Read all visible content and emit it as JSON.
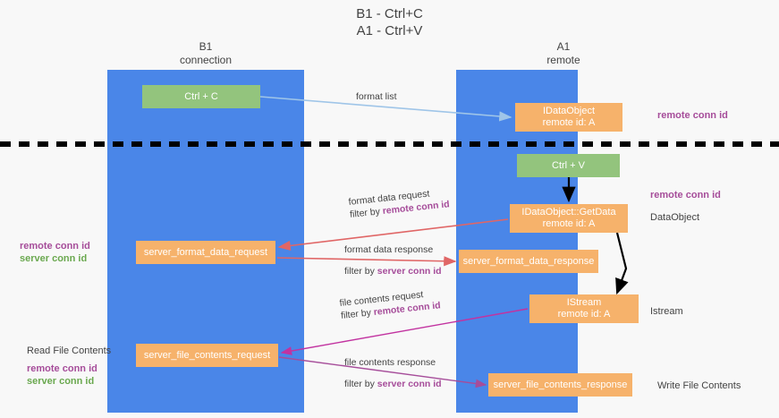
{
  "title": {
    "line1": "B1 - Ctrl+C",
    "line2": "A1 - Ctrl+V"
  },
  "lanes": [
    {
      "id": "b1",
      "name": "B1",
      "subtitle": "connection"
    },
    {
      "id": "a1",
      "name": "A1",
      "subtitle": "remote"
    }
  ],
  "boxes": {
    "ctrl_c": {
      "label": "Ctrl + C",
      "color": "#93c47d"
    },
    "idataobject": {
      "line1": "IDataObject",
      "line2": "remote id: A",
      "color": "#f6b26b"
    },
    "ctrl_v": {
      "label": "Ctrl + V",
      "color": "#93c47d"
    },
    "getdata": {
      "line1": "IDataObject::GetData",
      "line2": "remote id: A",
      "color": "#f6b26b"
    },
    "server_format_data_request": {
      "label": "server_format_data_request",
      "color": "#f6b26b"
    },
    "server_format_data_response": {
      "label": "server_format_data_response",
      "color": "#f6b26b"
    },
    "istream": {
      "line1": "IStream",
      "line2": "remote id: A",
      "color": "#f6b26b"
    },
    "server_file_contents_request": {
      "label": "server_file_contents_request",
      "color": "#f6b26b"
    },
    "server_file_contents_response": {
      "label": "server_file_contents_response",
      "color": "#f6b26b"
    }
  },
  "annotations": {
    "remote_conn_id_top": "remote conn id",
    "remote_conn_id_mid": "remote conn id",
    "dataobject": "DataObject",
    "istream": "Istream",
    "write_file_contents": "Write File Contents",
    "read_file_contents": "Read File Contents",
    "remote_conn_id": "remote conn id",
    "server_conn_id": "server conn id"
  },
  "arrow_labels": {
    "format_list": "format list",
    "format_data_request": "format data request",
    "format_data_request_filter_prefix": "filter by ",
    "format_data_request_filter_key": "remote conn id",
    "format_data_response": "format data response",
    "format_data_response_filter_prefix": "filter by ",
    "format_data_response_filter_key": "server conn id",
    "file_contents_request": "file contents request",
    "file_contents_request_filter_prefix": "filter by ",
    "file_contents_request_filter_key": "remote conn id",
    "file_contents_response": "file contents response",
    "file_contents_response_filter_prefix": "filter by ",
    "file_contents_response_filter_key": "server conn id"
  },
  "colors": {
    "lane_blue": "#4a86e8",
    "box_green": "#93c47d",
    "box_orange": "#f6b26b",
    "purple": "#a64d9a",
    "green_text": "#6aa84f",
    "arrow_lightblue": "#9fc5e8",
    "arrow_red": "#e06666",
    "arrow_magenta": "#c233a0",
    "arrow_purple": "#a64d9a",
    "arrow_black": "#000000",
    "divider": "#000000",
    "background": "#f8f8f8"
  }
}
